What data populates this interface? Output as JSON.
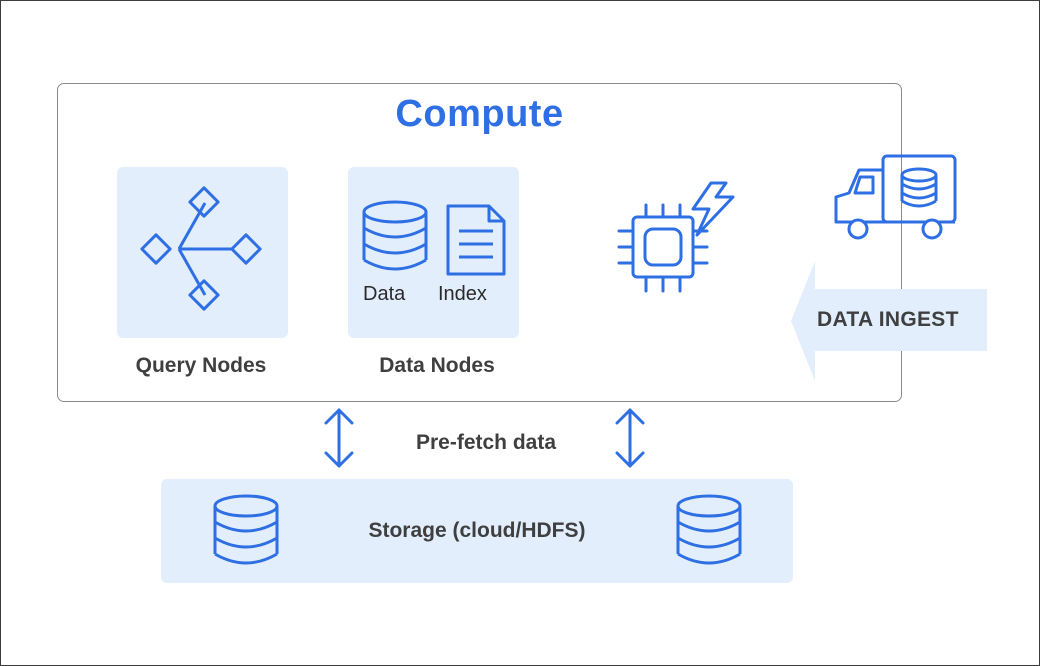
{
  "diagram": {
    "compute": {
      "title": "Compute"
    },
    "query_nodes": {
      "label": "Query Nodes",
      "icon": "network-graph-icon"
    },
    "data_nodes": {
      "label": "Data Nodes",
      "data_label": "Data",
      "index_label": "Index",
      "icons": [
        "database-icon",
        "document-icon"
      ]
    },
    "processor": {
      "icon": "cpu-lightning-icon"
    },
    "ingest": {
      "label": "DATA INGEST",
      "icon": "truck-database-icon"
    },
    "prefetch": {
      "label": "Pre-fetch data"
    },
    "storage": {
      "label": "Storage (cloud/HDFS)",
      "icon": "database-icon"
    },
    "colors": {
      "accent": "#2f6fe4",
      "tile": "#e3eefc",
      "text": "#3f3f3f",
      "border": "#8a8a8a"
    }
  }
}
